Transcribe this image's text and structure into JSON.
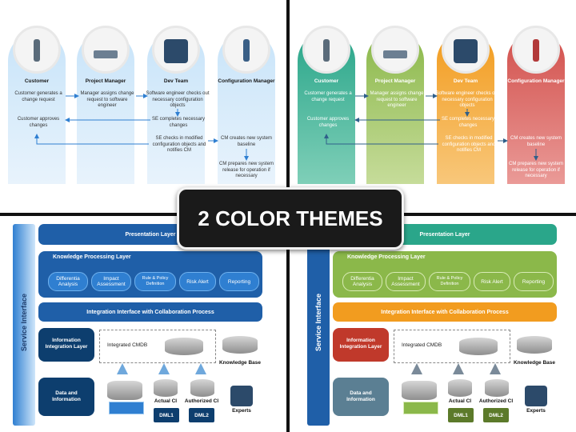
{
  "banner": "2 COLOR THEMES",
  "process": {
    "roles": [
      "Customer",
      "Project Manager",
      "Dev Team",
      "Configuration Manager"
    ],
    "steps": {
      "customer_generates": "Customer generates a change request",
      "manager_assigns": "Manager assigns change request to software engineer",
      "engineer_checks": "Software engineer checks out necessary configuration objects",
      "se_completes": "SE completes necessary changes",
      "customer_approves": "Customer approves changes",
      "se_checks_in": "SE checks in modified configuration objects and notifies CM",
      "cm_creates": "CM creates new system baseline",
      "cm_prepares": "CM prepares new system release for operation if necessary"
    }
  },
  "arch": {
    "service_interface": "Service Interface",
    "presentation": "Presentation Layer",
    "knowledge_processing": "Knowledge Processing Layer",
    "pills": [
      "Differentia Analysis",
      "Impact Assessment",
      "Rule & Policy Definition",
      "Risk Alert",
      "Reporting"
    ],
    "integration_interface": "Integration Interface with Collaboration Process",
    "info_integration": "Information Integration Layer",
    "cmdb": "Integrated CMDB",
    "knowledge_base": "Knowledge Base",
    "data_info": "Data and Information",
    "actual_ci": "Actual CI",
    "authorized_ci": "Authorized CI",
    "dml1": "DML1",
    "dml2": "DML2",
    "experts": "Experts"
  },
  "themes": {
    "blue": {
      "columns": [
        "#bfe0f7",
        "#bfe0f7",
        "#bfe0f7",
        "#bfe0f7"
      ],
      "presentation": "#1f5fa8",
      "knowledge": "#1f5fa8",
      "knowledge_bg": "#1f5fa8",
      "pill": "#2f7fd1",
      "integration": "#1f5fa8",
      "info_layer": "#0d3e6e",
      "data_box": "#0d3e6e",
      "dml": "#0d3e6e",
      "service": "#2f7fd1"
    },
    "multi": {
      "columns": [
        "#2aa68a",
        "#8bb84a",
        "#f29c1f",
        "#d2504c"
      ],
      "presentation": "#2aa68a",
      "knowledge": "#8bb84a",
      "knowledge_bg": "#8bb84a",
      "pill": "#8bb84a",
      "integration": "#f29c1f",
      "info_layer": "#c0392b",
      "data_box": "#5b7f93",
      "dml": "#5c7a2a",
      "service": "#1f5fa8"
    }
  }
}
